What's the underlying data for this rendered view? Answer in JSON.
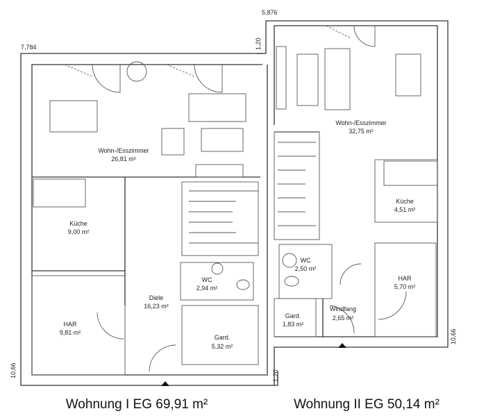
{
  "dimensions": {
    "left_width": "7,784",
    "right_width": "5,876",
    "offset_top": "1,20",
    "left_depth": "10,66",
    "right_depth": "10,66",
    "offset_bottom": "1,20"
  },
  "apartment_1": {
    "caption": "Wohnung I EG 69,91 m²",
    "rooms": [
      {
        "name": "Wohn-/Esszimmer",
        "area": "26,81 m²"
      },
      {
        "name": "Küche",
        "area": "9,00 m²"
      },
      {
        "name": "HAR",
        "area": "9,81 m²"
      },
      {
        "name": "Diele",
        "area": "16,23 m²"
      },
      {
        "name": "WC",
        "area": "2,94 m²"
      },
      {
        "name": "Gard.",
        "area": "5,32 m²"
      }
    ]
  },
  "apartment_2": {
    "caption": "Wohnung II EG 50,14 m²",
    "rooms": [
      {
        "name": "Wohn-/Esszimmer",
        "area": "32,75 m²"
      },
      {
        "name": "Küche",
        "area": "4,51 m²"
      },
      {
        "name": "WC",
        "area": "2,50 m²"
      },
      {
        "name": "HAR",
        "area": "5,70 m²"
      },
      {
        "name": "Gard.",
        "area": "1,83 m²"
      },
      {
        "name": "Windfang",
        "area": "2,65 m²"
      }
    ]
  }
}
